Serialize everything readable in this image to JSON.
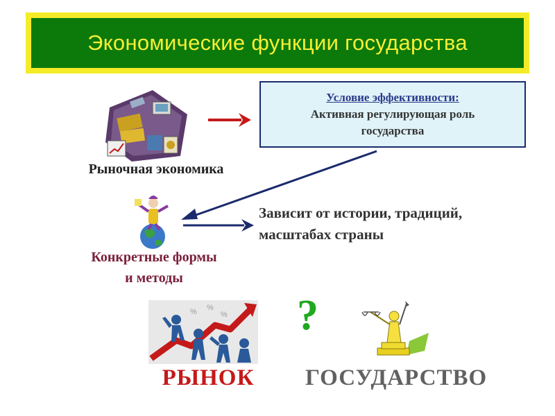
{
  "title": "Экономические функции государства",
  "condition": {
    "title": "Условие эффективности:",
    "line1": "Активная регулирующая роль",
    "line2": "государства"
  },
  "market_economy_label": "Рыночная экономика",
  "forms": {
    "line1": "Конкретные формы",
    "line2": "и методы"
  },
  "depends": {
    "line1": "Зависит от истории, традиций,",
    "line2": "масштабах страны"
  },
  "question_mark": "?",
  "market_label": "РЫНОК",
  "state_label": "ГОСУДАРСТВО",
  "colors": {
    "title_bg": "#0b7a0b",
    "title_border": "#f5ec28",
    "title_text": "#f7ee36",
    "arrow_red": "#c41a1a",
    "arrow_navy": "#1a2a6c",
    "question": "#21a81f"
  },
  "icons": {
    "market_economy": "market-economy-clipart-icon",
    "globe_figure": "globe-figure-clipart-icon",
    "market_growth": "market-growth-clipart-icon",
    "justice_statue": "justice-statue-clipart-icon"
  }
}
